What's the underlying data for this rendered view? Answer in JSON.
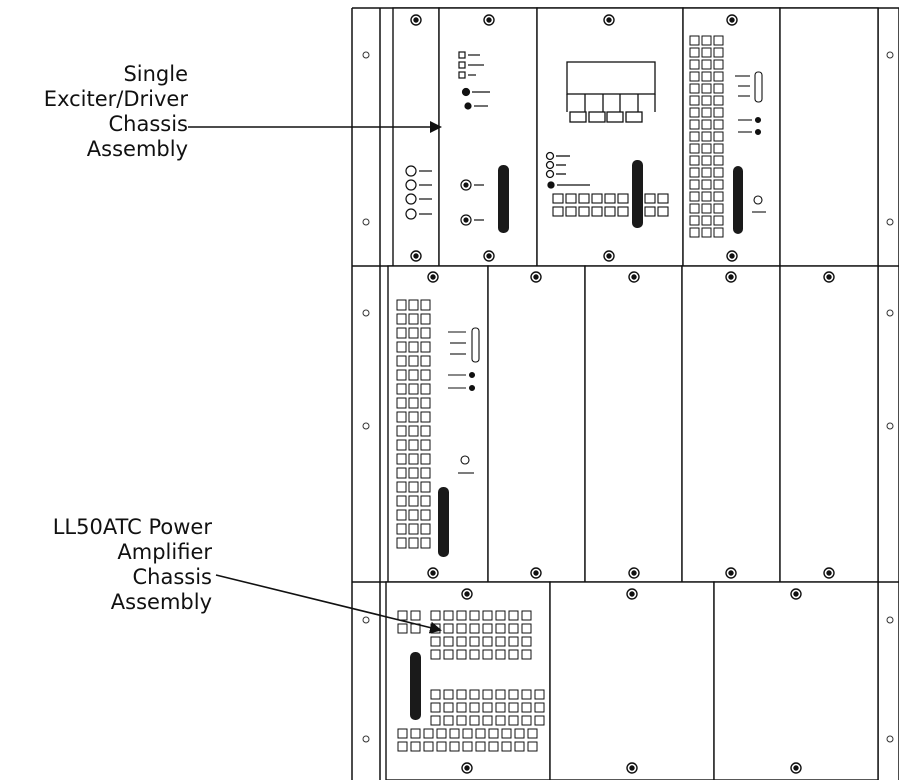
{
  "callouts": [
    {
      "lines": [
        "Single",
        "Exciter/Driver",
        "Chassis",
        "Assembly"
      ]
    },
    {
      "lines": [
        "LL50ATC Power",
        "Amplifier",
        "Chassis",
        "Assembly"
      ]
    }
  ],
  "colors": {
    "line": "#111111",
    "panel": "#ffffff",
    "slot": "#1a1a1a"
  }
}
